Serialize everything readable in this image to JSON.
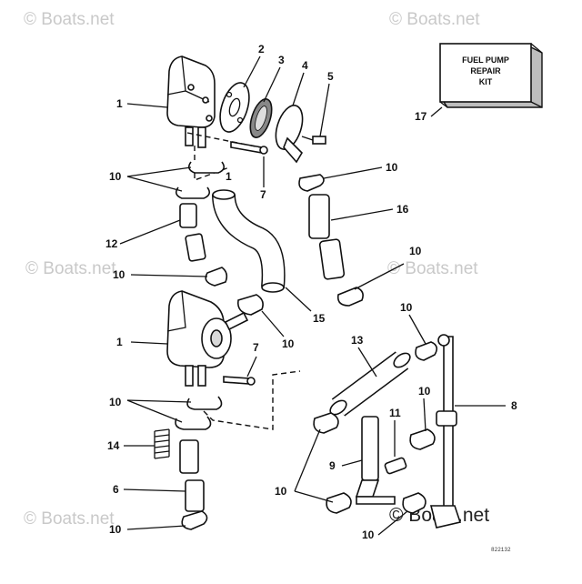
{
  "watermarks": {
    "text": "© Boats.net",
    "bottom_right": "© Boats.net"
  },
  "kit_box": {
    "line1": "FUEL PUMP",
    "line2": "REPAIR",
    "line3": "KIT"
  },
  "part_code": "822132",
  "callouts": {
    "c1a": "1",
    "c2": "2",
    "c3": "3",
    "c4": "4",
    "c5": "5",
    "c17": "17",
    "c10a": "10",
    "c7a": "7",
    "c10b": "10",
    "c1b": "1",
    "c12": "12",
    "c16": "16",
    "c10c": "10",
    "c10d": "10",
    "c15": "15",
    "c10e": "10",
    "c1c": "1",
    "c7b": "7",
    "c10f": "10",
    "c13": "13",
    "c8": "8",
    "c10g": "10",
    "c10h": "10",
    "c14": "14",
    "c11": "11",
    "c9": "9",
    "c6": "6",
    "c10i": "10",
    "c10j": "10",
    "c10k": "10"
  }
}
